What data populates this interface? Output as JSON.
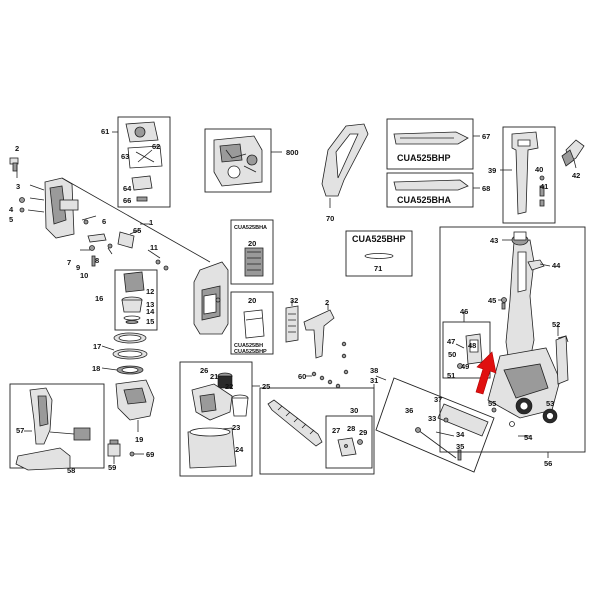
{
  "model_labels": {
    "cua525bhp_a": "CUA525BHP",
    "cua525bha": "CUA525BHA",
    "cua525bhp_b": "CUA525BHP",
    "cua525bha_small": "CUA525BHA",
    "cua525bh_small": "CUA525BH",
    "cua525bhp_small": "CUA525BHP"
  },
  "callouts": {
    "c1": "1",
    "c2a": "2",
    "c2b": "2",
    "c3": "3",
    "c4": "4",
    "c5": "5",
    "c6": "6",
    "c7": "7",
    "c8": "8",
    "c9": "9",
    "c10": "10",
    "c11": "11",
    "c12": "12",
    "c13": "13",
    "c14": "14",
    "c15": "15",
    "c16": "16",
    "c17": "17",
    "c18": "18",
    "c19": "19",
    "c20a": "20",
    "c20b": "20",
    "c21": "21",
    "c22": "22",
    "c23": "23",
    "c24": "24",
    "c25": "25",
    "c26": "26",
    "c27": "27",
    "c28": "28",
    "c29": "29",
    "c30": "30",
    "c31": "31",
    "c32": "32",
    "c33": "33",
    "c34": "34",
    "c35": "35",
    "c36": "36",
    "c37": "37",
    "c38": "38",
    "c39": "39",
    "c40": "40",
    "c41": "41",
    "c42": "42",
    "c43": "43",
    "c44": "44",
    "c45": "45",
    "c46": "46",
    "c47": "47",
    "c48": "48",
    "c49": "49",
    "c50": "50",
    "c51": "51",
    "c52": "52",
    "c53": "53",
    "c54": "54",
    "c55": "55",
    "c56": "56",
    "c57": "57",
    "c58": "58",
    "c59": "59",
    "c60": "60",
    "c61": "61",
    "c62": "62",
    "c63": "63",
    "c64": "64",
    "c65": "65",
    "c66": "66",
    "c67": "67",
    "c68": "68",
    "c69": "69",
    "c70": "70",
    "c71": "71",
    "c800": "800"
  },
  "colors": {
    "highlight_arrow": "#e01010"
  }
}
